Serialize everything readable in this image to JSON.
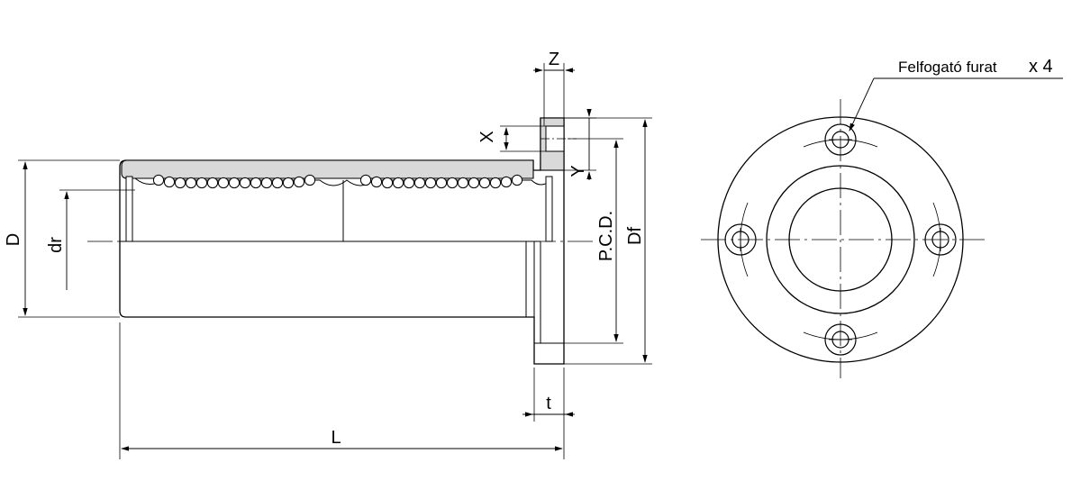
{
  "diagram": {
    "type": "technical-drawing",
    "subject": "flanged linear ball bushing",
    "views": [
      "side section",
      "end view"
    ],
    "labels": {
      "D": "D",
      "dr": "dr",
      "L": "L",
      "t": "t",
      "Z": "Z",
      "X": "X",
      "Y": "Y",
      "PCD": "P.C.D.",
      "Df": "Df",
      "hole_note": "Felfogató furat",
      "hole_count": "x 4"
    },
    "colors": {
      "line": "#000000",
      "section_fill": "#d9d9d9",
      "background": "#ffffff"
    }
  }
}
